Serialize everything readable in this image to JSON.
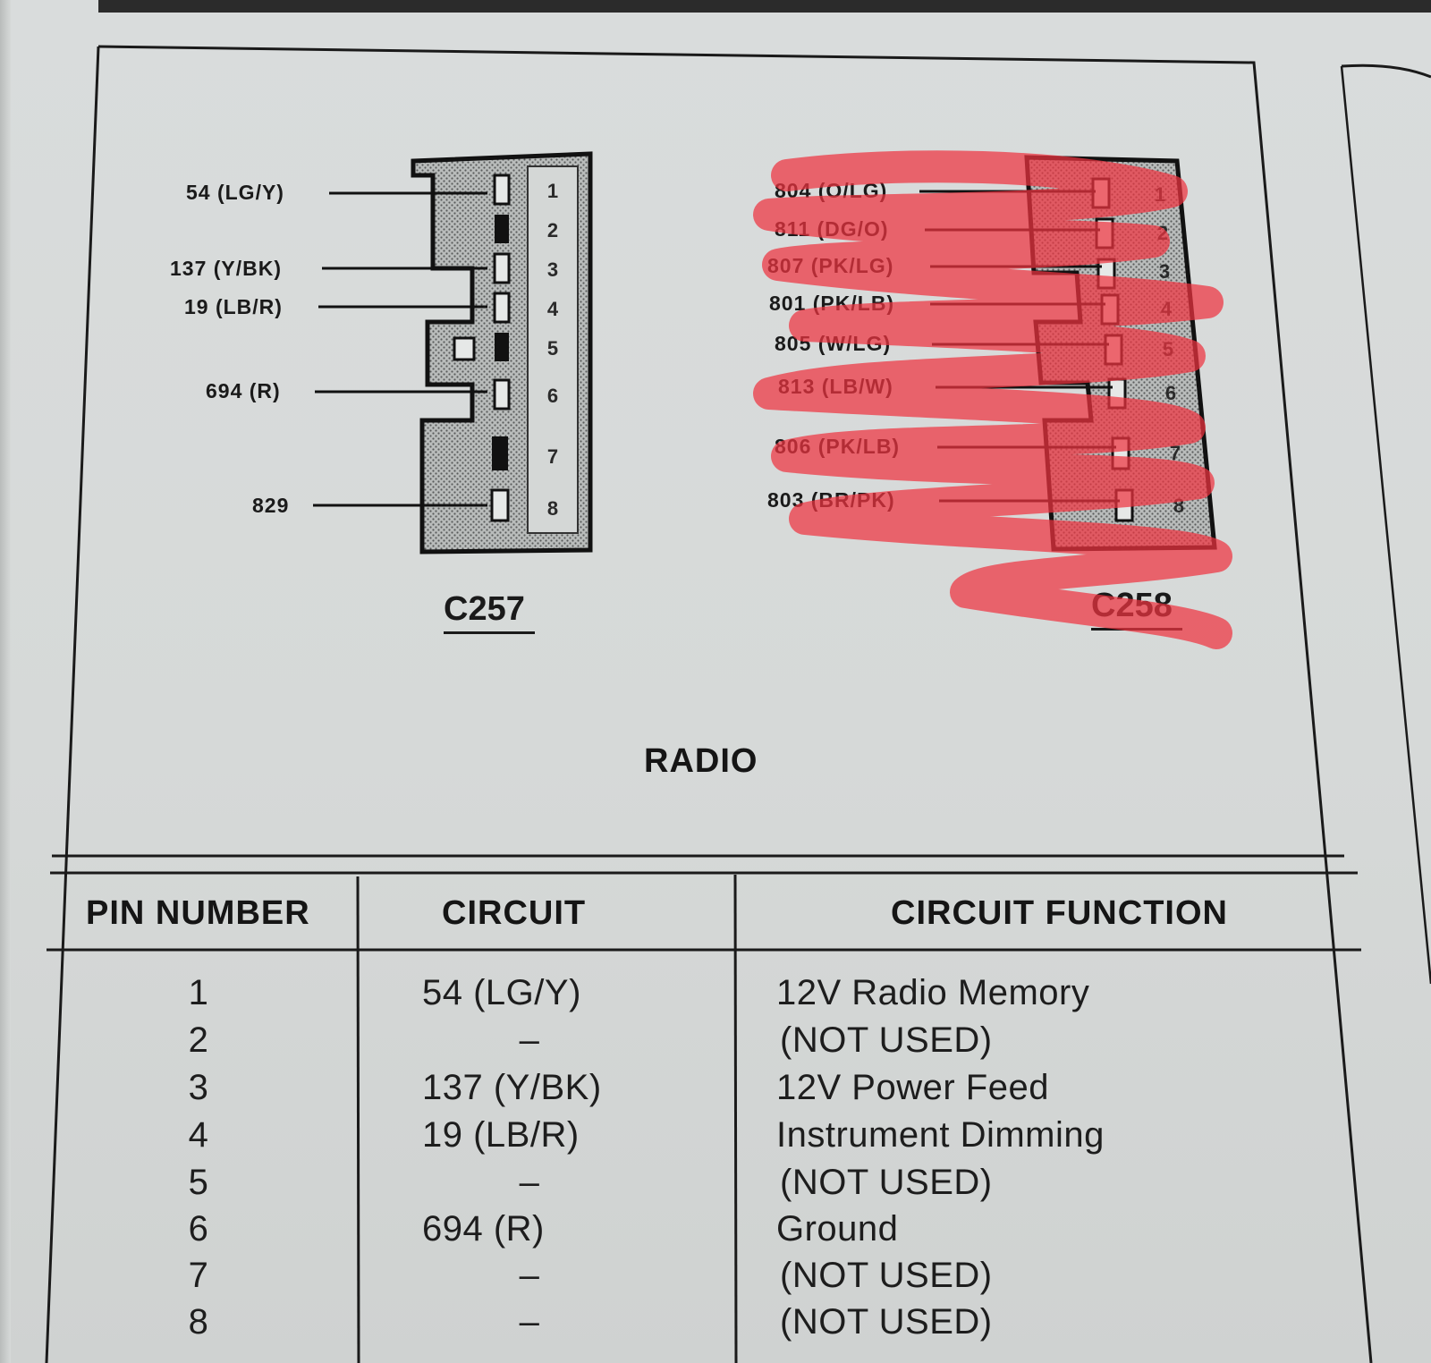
{
  "title": "RADIO",
  "connectors": [
    {
      "name": "C257",
      "pin_numbers": [
        "1",
        "2",
        "3",
        "4",
        "5",
        "6",
        "7",
        "8"
      ],
      "wires": [
        {
          "pin": "1",
          "label": "54 (LG/Y)"
        },
        {
          "pin": "3",
          "label": "137 (Y/BK)"
        },
        {
          "pin": "4",
          "label": "19 (LB/R)"
        },
        {
          "pin": "6",
          "label": "694 (R)"
        },
        {
          "pin": "8",
          "label": "829"
        }
      ]
    },
    {
      "name": "C258",
      "pin_numbers": [
        "1",
        "2",
        "3",
        "4",
        "5",
        "6",
        "7",
        "8"
      ],
      "wires": [
        {
          "pin": "1",
          "label": "804 (O/LG)"
        },
        {
          "pin": "2",
          "label": "811 (DG/O)"
        },
        {
          "pin": "3",
          "label": "807 (PK/LG)"
        },
        {
          "pin": "4",
          "label": "801 (PK/LB)"
        },
        {
          "pin": "5",
          "label": "805 (W/LG)"
        },
        {
          "pin": "6",
          "label": "813 (LB/W)"
        },
        {
          "pin": "7",
          "label": "806 (PK/LB)"
        },
        {
          "pin": "8",
          "label": "803 (BR/PK)"
        }
      ],
      "redacted": true
    }
  ],
  "table": {
    "headers": [
      "PIN NUMBER",
      "CIRCUIT",
      "CIRCUIT FUNCTION"
    ],
    "rows": [
      {
        "pin": "1",
        "circuit": "54 (LG/Y)",
        "function": "12V Radio Memory"
      },
      {
        "pin": "2",
        "circuit": "–",
        "function": "(NOT USED)"
      },
      {
        "pin": "3",
        "circuit": "137 (Y/BK)",
        "function": "12V Power Feed"
      },
      {
        "pin": "4",
        "circuit": "19 (LB/R)",
        "function": "Instrument Dimming"
      },
      {
        "pin": "5",
        "circuit": "–",
        "function": "(NOT USED)"
      },
      {
        "pin": "6",
        "circuit": "694 (R)",
        "function": "Ground"
      },
      {
        "pin": "7",
        "circuit": "–",
        "function": "(NOT USED)"
      },
      {
        "pin": "8",
        "circuit": "–",
        "function": "(NOT USED)"
      }
    ]
  },
  "colors": {
    "paper": "#d9dcdc",
    "ink": "#1a1a1a",
    "redaction": "#ee3340"
  }
}
